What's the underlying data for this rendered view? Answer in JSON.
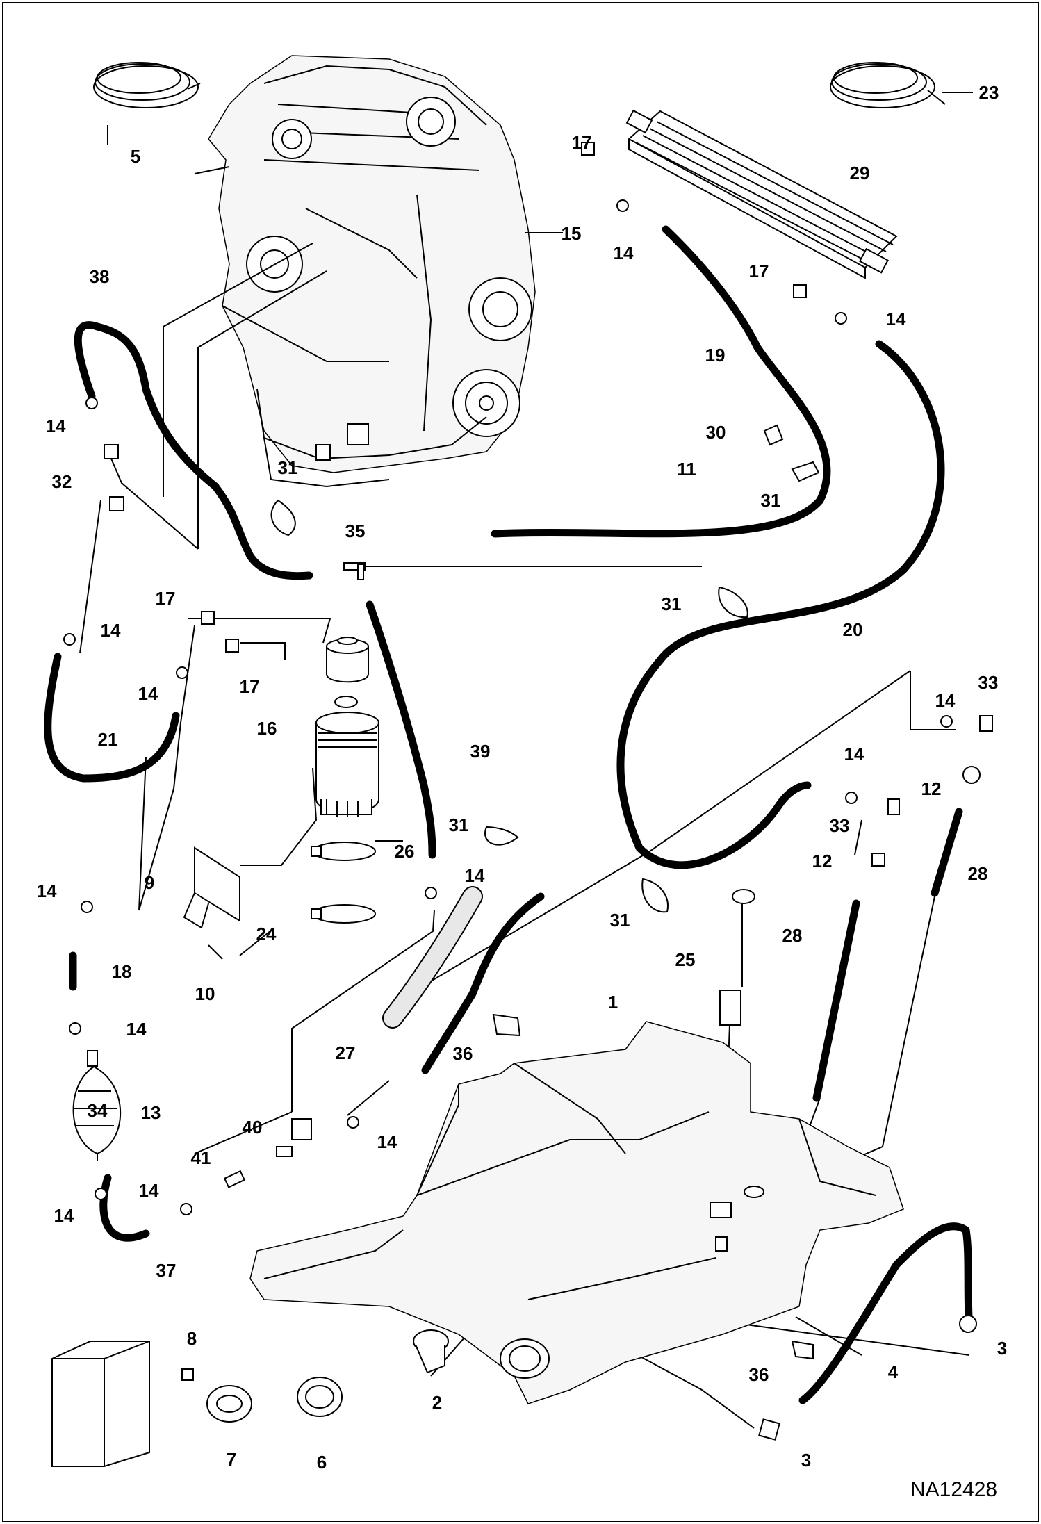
{
  "drawing_id": "NA12428",
  "callouts": [
    {
      "id": "c5",
      "text": "5"
    },
    {
      "id": "c23",
      "text": "23"
    },
    {
      "id": "c17a",
      "text": "17"
    },
    {
      "id": "c29",
      "text": "29"
    },
    {
      "id": "c15",
      "text": "15"
    },
    {
      "id": "c14a",
      "text": "14"
    },
    {
      "id": "c38",
      "text": "38"
    },
    {
      "id": "c17b",
      "text": "17"
    },
    {
      "id": "c14b",
      "text": "14"
    },
    {
      "id": "c19",
      "text": "19"
    },
    {
      "id": "c14c",
      "text": "14"
    },
    {
      "id": "c30",
      "text": "30"
    },
    {
      "id": "c11",
      "text": "11"
    },
    {
      "id": "c31a",
      "text": "31"
    },
    {
      "id": "c32",
      "text": "32"
    },
    {
      "id": "c31b",
      "text": "31"
    },
    {
      "id": "c35",
      "text": "35"
    },
    {
      "id": "c17c",
      "text": "17"
    },
    {
      "id": "c14d",
      "text": "14"
    },
    {
      "id": "c31c",
      "text": "31"
    },
    {
      "id": "c20",
      "text": "20"
    },
    {
      "id": "c14e",
      "text": "14"
    },
    {
      "id": "c17d",
      "text": "17"
    },
    {
      "id": "c16",
      "text": "16"
    },
    {
      "id": "c33a",
      "text": "33"
    },
    {
      "id": "c14f",
      "text": "14"
    },
    {
      "id": "c21",
      "text": "21"
    },
    {
      "id": "c39",
      "text": "39"
    },
    {
      "id": "c14g",
      "text": "14"
    },
    {
      "id": "c12a",
      "text": "12"
    },
    {
      "id": "c31d",
      "text": "31"
    },
    {
      "id": "c33b",
      "text": "33"
    },
    {
      "id": "c12b",
      "text": "12"
    },
    {
      "id": "c28a",
      "text": "28"
    },
    {
      "id": "c14h",
      "text": "14"
    },
    {
      "id": "c9",
      "text": "9"
    },
    {
      "id": "c26",
      "text": "26"
    },
    {
      "id": "c14i",
      "text": "14"
    },
    {
      "id": "c31e",
      "text": "31"
    },
    {
      "id": "c24",
      "text": "24"
    },
    {
      "id": "c18",
      "text": "18"
    },
    {
      "id": "c25",
      "text": "25"
    },
    {
      "id": "c28b",
      "text": "28"
    },
    {
      "id": "c10",
      "text": "10"
    },
    {
      "id": "c14j",
      "text": "14"
    },
    {
      "id": "c1",
      "text": "1"
    },
    {
      "id": "c27",
      "text": "27"
    },
    {
      "id": "c36a",
      "text": "36"
    },
    {
      "id": "c13",
      "text": "13"
    },
    {
      "id": "c40",
      "text": "40"
    },
    {
      "id": "c14k",
      "text": "14"
    },
    {
      "id": "c41",
      "text": "41"
    },
    {
      "id": "c14l",
      "text": "14"
    },
    {
      "id": "c14m",
      "text": "14"
    },
    {
      "id": "c37",
      "text": "37"
    },
    {
      "id": "c34",
      "text": "34"
    },
    {
      "id": "c8",
      "text": "8"
    },
    {
      "id": "c3a",
      "text": "3"
    },
    {
      "id": "c2",
      "text": "2"
    },
    {
      "id": "c36b",
      "text": "36"
    },
    {
      "id": "c4",
      "text": "4"
    },
    {
      "id": "c7",
      "text": "7"
    },
    {
      "id": "c6",
      "text": "6"
    },
    {
      "id": "c3b",
      "text": "3"
    }
  ]
}
